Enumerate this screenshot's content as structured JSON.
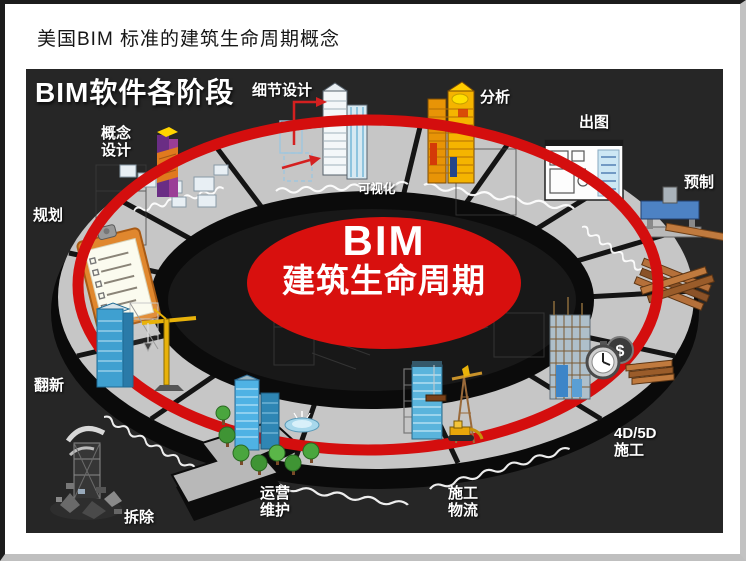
{
  "slide": {
    "title": "美国BIM 标准的建筑生命周期概念"
  },
  "diagram": {
    "title": "BIM软件各阶段",
    "center": {
      "line1": "BIM",
      "line2": "建筑生命周期"
    },
    "ring_label": "可视化",
    "stages": [
      {
        "id": "planning",
        "label": "规划"
      },
      {
        "id": "concept-design",
        "label": "概念\n设计"
      },
      {
        "id": "detail-design",
        "label": "细节设计"
      },
      {
        "id": "analysis",
        "label": "分析"
      },
      {
        "id": "documentation",
        "label": "出图"
      },
      {
        "id": "prefabrication",
        "label": "预制"
      },
      {
        "id": "4d5d-construction",
        "label": "4D/5D\n施工"
      },
      {
        "id": "construction-logistics",
        "label": "施工\n物流"
      },
      {
        "id": "operation-maintenance",
        "label": "运营\n维护"
      },
      {
        "id": "renovation",
        "label": "翻新"
      },
      {
        "id": "demolition",
        "label": "拆除"
      }
    ],
    "icons": {
      "dollar_glyph": "$"
    },
    "colors": {
      "accent_red": "#d40e0e",
      "ring_grey": "#c6c6c6",
      "background": "#262626",
      "label_text": "#ffffff"
    }
  }
}
